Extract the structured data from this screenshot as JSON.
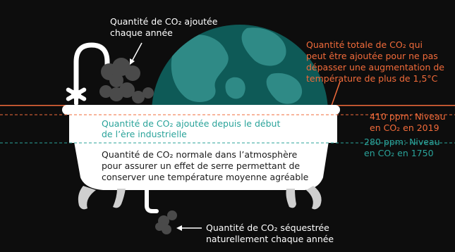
{
  "labels": {
    "added_yearly": [
      "Quantité de CO₂ ajoutée",
      "chaque année"
    ],
    "total_budget": [
      "Quantité totale de CO₂ qui",
      "peut être ajoutée pour ne pas",
      "dépasser une augmentation de",
      "température de plus de 1,5°C"
    ],
    "added_since_industrial": [
      "Quantité de CO₂ ajoutée depuis le début",
      "de l’ère industrielle"
    ],
    "level_2019": [
      "410 ppm: Niveau",
      "en CO₂ en 2019"
    ],
    "level_1750": [
      "280 ppm: Niveau",
      "en CO₂ en 1750"
    ],
    "normal_quantity": [
      "Quantité de CO₂ normale dans l’atmosphère",
      "pour assurer un effet de serre permettant de",
      "conserver une température moyenne agréable"
    ],
    "sequestered_yearly": [
      "Quantité de CO₂ séquestrée",
      "naturellement chaque année"
    ]
  },
  "colors": {
    "background": "#0d0d0d",
    "tub": "#ffffff",
    "orange": "#f26b3a",
    "teal": "#2aa39a",
    "earth_ocean": "#0e5a57",
    "earth_land": "#2f8a86",
    "smoke": "#4a4a4a",
    "feet": "#cfcfcf"
  },
  "icons": [
    "faucet-icon",
    "earth-globe-icon",
    "smoke-cloud-icon",
    "bathtub-icon",
    "drain-pipe-icon"
  ]
}
